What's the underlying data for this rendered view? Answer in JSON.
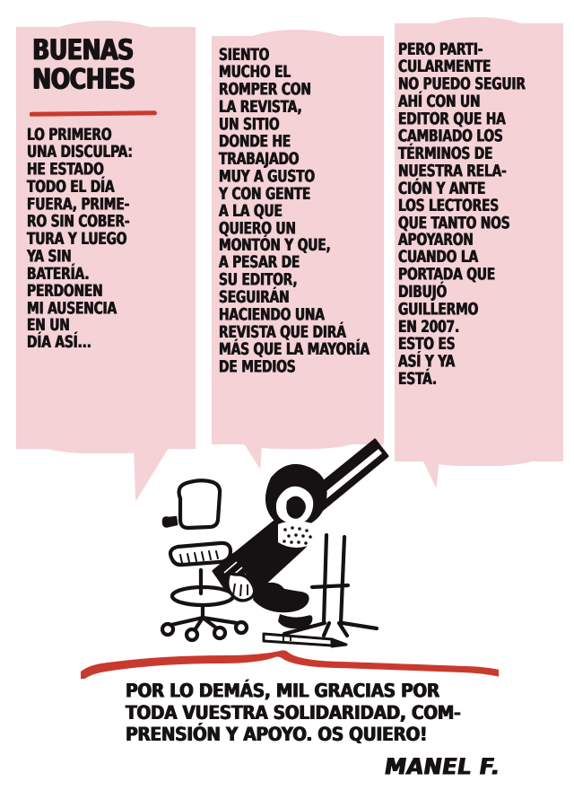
{
  "artwork": {
    "kind": "editorial-cartoon",
    "background_color": "#ffffff",
    "bubble_color": "#f4d2d6",
    "ink_color": "#161214",
    "accent_red": "#c93a2e",
    "language": "es"
  },
  "bubbles": [
    {
      "id": "bubble-1",
      "title": "BUENAS\nNOCHES",
      "has_red_underline": true,
      "text": "LO PRIMERO\nUNA DISCULPA:\nHE ESTADO\nTODO EL DÍA\nFUERA, PRIME-\nRO SIN COBER-\nTURA Y LUEGO\nYA SIN\nBATERÍA.\nPERDONEN\nMI AUSENCIA\nEN UN\nDÍA ASÍ..."
    },
    {
      "id": "bubble-2",
      "title": "",
      "has_red_underline": false,
      "text": "SIENTO\nMUCHO EL\nROMPER CON\nLA REVISTA,\nUN SITIO\nDONDE HE\nTRABAJADO\nMUY A GUSTO\nY CON GENTE\nA LA QUE\nQUIERO UN\nMONTÓN Y QUE,\nA PESAR DE\nSU EDITOR,\nSEGUIRÁN\nHACIENDO UNA\nREVISTA QUE DIRÁ\nMÁS QUE LA MAYORÍA\nDE MEDIOS"
    },
    {
      "id": "bubble-3",
      "title": "",
      "has_red_underline": false,
      "text": "PERO PARTI-\nCULARMENTE\nNO PUEDO SEGUIR\nAHÍ CON UN\nEDITOR QUE HA\nCAMBIADO LOS\nTÉRMINOS DE\nNUESTRA RELA-\nCIÓN Y ANTE\nLOS LECTORES\nQUE TANTO NOS\nAPOYARON\nCUANDO LA\nPORTADA QUE\nDIBUJÓ\nGUILLERMO\nEN 2007.\nESTO ES\nASÍ Y YA\nESTÁ."
    }
  ],
  "illustration": {
    "description": "cartoonist-slumped-over-drafting-table",
    "elements": [
      "office-chair",
      "drafting-table",
      "seated-figure",
      "pencil-on-floor"
    ]
  },
  "caption": {
    "divider": "red-brush-stroke",
    "text": "POR LO DEMÁS, MIL GRACIAS POR\nTODA VUESTRA SOLIDARIDAD, COM-\nPRENSIÓN Y APOYO. OS QUIERO!",
    "signature": "MANEL F."
  }
}
